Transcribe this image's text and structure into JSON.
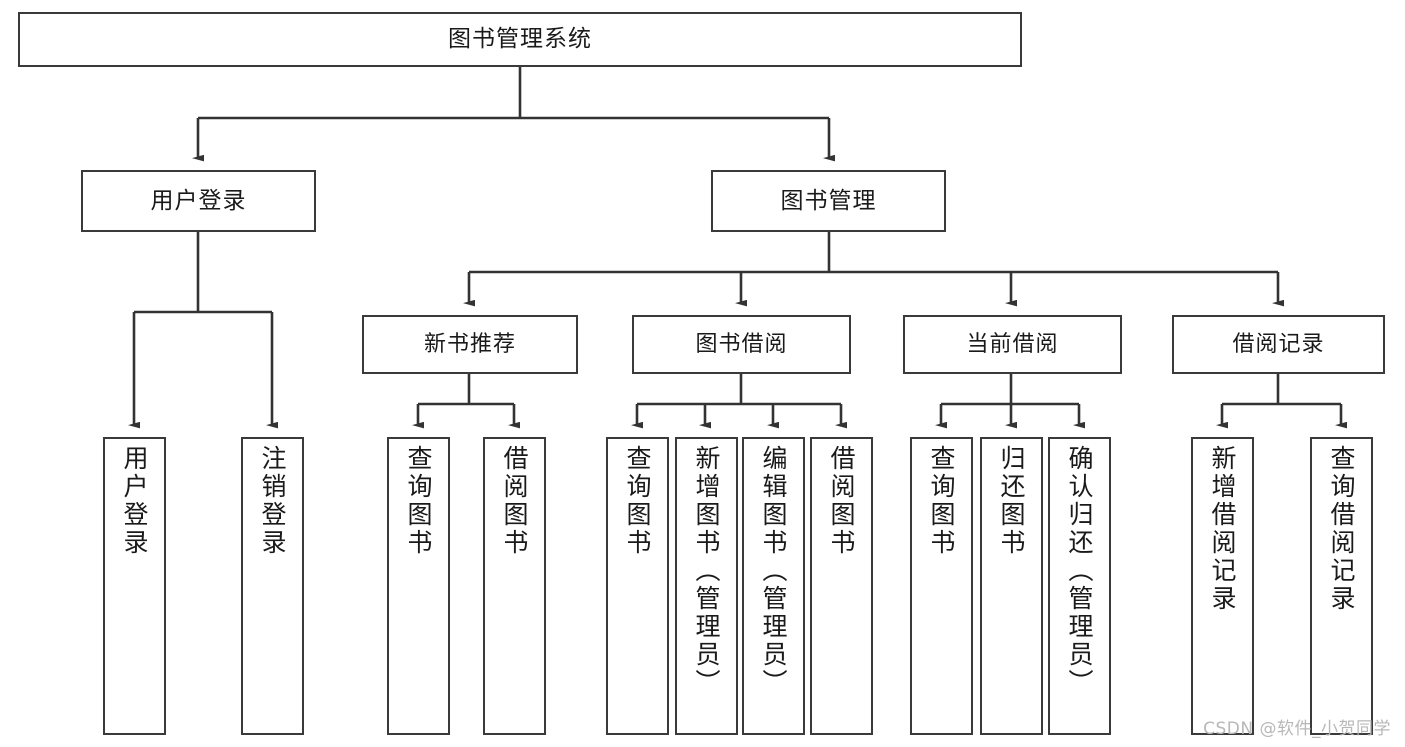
{
  "diagram": {
    "type": "tree-hierarchy-chart",
    "title": "图书管理系统",
    "watermark": "CSDN @软件_小贺同学",
    "colors": {
      "border": "#3a3a3a",
      "background": "#ffffff",
      "text": "#1a1a1a",
      "connector": "#333333",
      "watermark": "#b8b8b8"
    },
    "nodes": {
      "root": {
        "label": "图书管理系统"
      },
      "level1": [
        {
          "label": "用户登录"
        },
        {
          "label": "图书管理"
        }
      ],
      "level2": [
        {
          "label": "新书推荐"
        },
        {
          "label": "图书借阅"
        },
        {
          "label": "当前借阅"
        },
        {
          "label": "借阅记录"
        }
      ],
      "leaves_user_login": [
        {
          "label": "用户登录"
        },
        {
          "label": "注销登录"
        }
      ],
      "leaves_new_books": [
        {
          "label": "查询图书"
        },
        {
          "label": "借阅图书"
        }
      ],
      "leaves_book_borrow": [
        {
          "label": "查询图书"
        },
        {
          "label": "新增图书（管理员）"
        },
        {
          "label": "编辑图书（管理员）"
        },
        {
          "label": "借阅图书"
        }
      ],
      "leaves_current_borrow": [
        {
          "label": "查询图书"
        },
        {
          "label": "归还图书"
        },
        {
          "label": "确认归还（管理员）"
        }
      ],
      "leaves_borrow_record": [
        {
          "label": "新增借阅记录"
        },
        {
          "label": "查询借阅记录"
        }
      ]
    }
  }
}
